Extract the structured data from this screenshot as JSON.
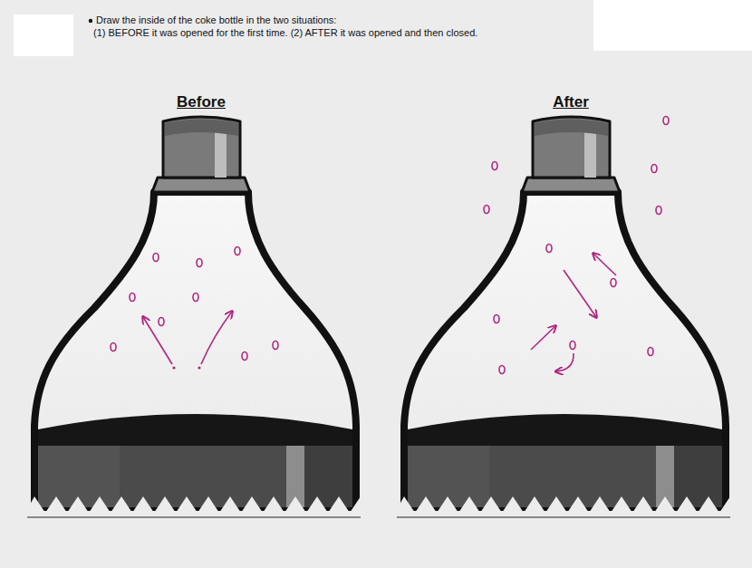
{
  "diagram": {
    "labels": [
      "Draw the inside of the coke bottle in the two situations:",
      "(1) BEFORE it was opened for the first time.  (2) AFTER it was opened and then closed.",
      "Before",
      "After"
    ]
  }
}
